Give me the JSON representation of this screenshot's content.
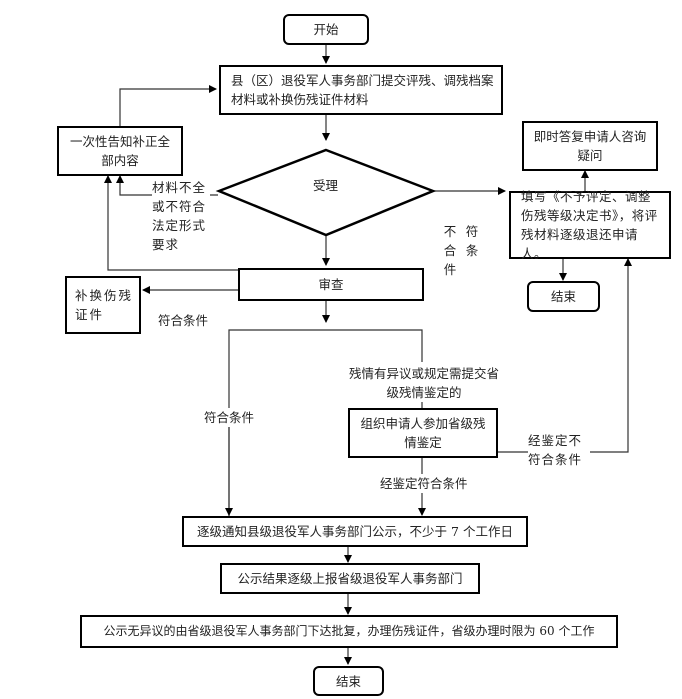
{
  "flowchart": {
    "start": "开始",
    "submit": "县（区）退役军人事务部门提交评残、调残档案材料或补换伤残证件材料",
    "notify_once": "一次性告知补正全部内容",
    "accept_decision": "受理",
    "incomplete_label": "材料不全或不符合法定形式要求",
    "not_qualified_label_col1": "不合件",
    "not_qualified_label_col2": "符条",
    "reply_inquiry": "即时答复申请人咨询疑问",
    "fill_decision": "填写《不予评定、调整伤残等级决定书》，将评残材料逐级退还申请人。",
    "end_right": "结束",
    "review": "审查",
    "replace_certificate": "补换伤残证件",
    "qualified_label_top": "符合条件",
    "qualified_label_left": "符合条件",
    "dispute_label": "残情有异议或规定需提交省级残情鉴定的",
    "provincial_appraisal": "组织申请人参加省级残情鉴定",
    "appraisal_fail_label": "经鉴定不符合条件",
    "appraisal_pass_label": "经鉴定符合条件",
    "publicize": "逐级通知县级退役军人事务部门公示，不少于 7 个工作日",
    "report_result": "公示结果逐级上报省级退役军人事务部门",
    "approve": "公示无异议的由省级退役军人事务部门下达批复，办理伤残证件，省级办理时限为 60 个工作",
    "end_bottom": "结束"
  }
}
